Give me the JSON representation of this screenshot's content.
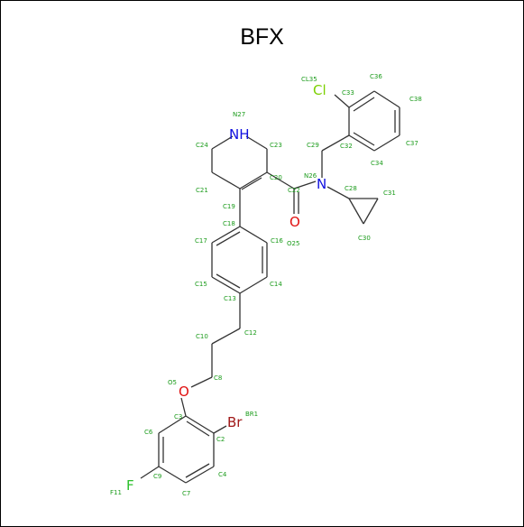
{
  "title": "BFX",
  "colors": {
    "bond": "#333333",
    "label": "#1a9b1a",
    "N": "#1010e0",
    "O": "#e01010",
    "Cl": "#7cd000",
    "Br": "#a01818",
    "F": "#2ac02a"
  },
  "elements": [
    {
      "id": "el-nh",
      "text": "NH",
      "type": "N"
    },
    {
      "id": "el-cl",
      "text": "Cl",
      "type": "Cl"
    },
    {
      "id": "el-n26",
      "text": "N",
      "type": "N"
    },
    {
      "id": "el-o25",
      "text": "O",
      "type": "O"
    },
    {
      "id": "el-o5",
      "text": "O",
      "type": "O"
    },
    {
      "id": "el-br",
      "text": "Br",
      "type": "Br"
    },
    {
      "id": "el-f",
      "text": "F",
      "type": "F"
    }
  ],
  "atom_labels": [
    "BR1",
    "C2",
    "C3",
    "C4",
    "O5",
    "C6",
    "C7",
    "C8",
    "C9",
    "C10",
    "F11",
    "C12",
    "C13",
    "C14",
    "C15",
    "C16",
    "C17",
    "C18",
    "C19",
    "C20",
    "C21",
    "C22",
    "C23",
    "C24",
    "O25",
    "N26",
    "N27",
    "C28",
    "C29",
    "C30",
    "C31",
    "C32",
    "C33",
    "C34",
    "CL35",
    "C36",
    "C37",
    "C38"
  ]
}
